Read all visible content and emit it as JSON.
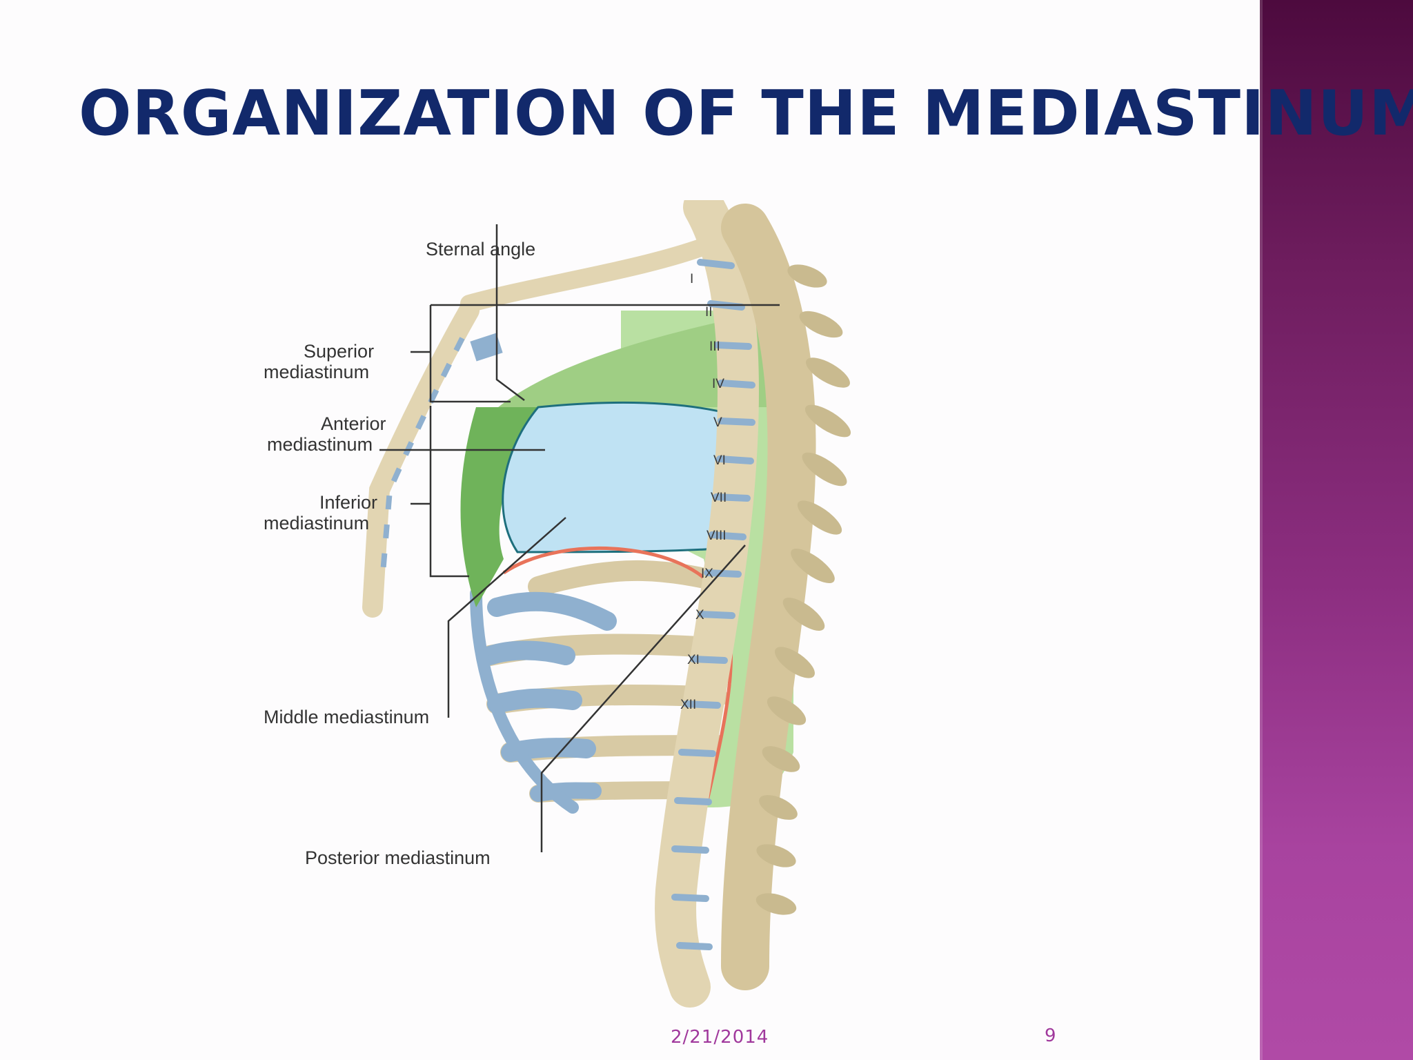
{
  "slide": {
    "title": "ORGANIZATION OF THE MEDIASTINUM",
    "footer_date": "2/21/2014",
    "page_number": "9"
  },
  "diagram": {
    "labels": {
      "sternal_angle": "Sternal angle",
      "superior_1": "Superior",
      "superior_2": "mediastinum",
      "anterior_1": "Anterior",
      "anterior_2": "mediastinum",
      "inferior_1": "Inferior",
      "inferior_2": "mediastinum",
      "middle": "Middle mediastinum",
      "posterior": "Posterior mediastinum"
    },
    "vertebrae": [
      "I",
      "II",
      "III",
      "IV",
      "V",
      "VI",
      "VII",
      "VIII",
      "IX",
      "X",
      "XI",
      "XII"
    ]
  },
  "colors": {
    "title": "#12296b",
    "footer": "#a0389c",
    "side_band_top": "#4d0a3e",
    "side_band_bottom": "#b04aa6",
    "superior_region": "#9fce84",
    "posterior_region": "#b9e0a2",
    "anterior_region": "#6fb35a",
    "middle_region": "#bfe2f3",
    "diaphragm_line": "#e8735a",
    "bone": "#e2d5b2",
    "cartilage": "#8fb0cf"
  }
}
